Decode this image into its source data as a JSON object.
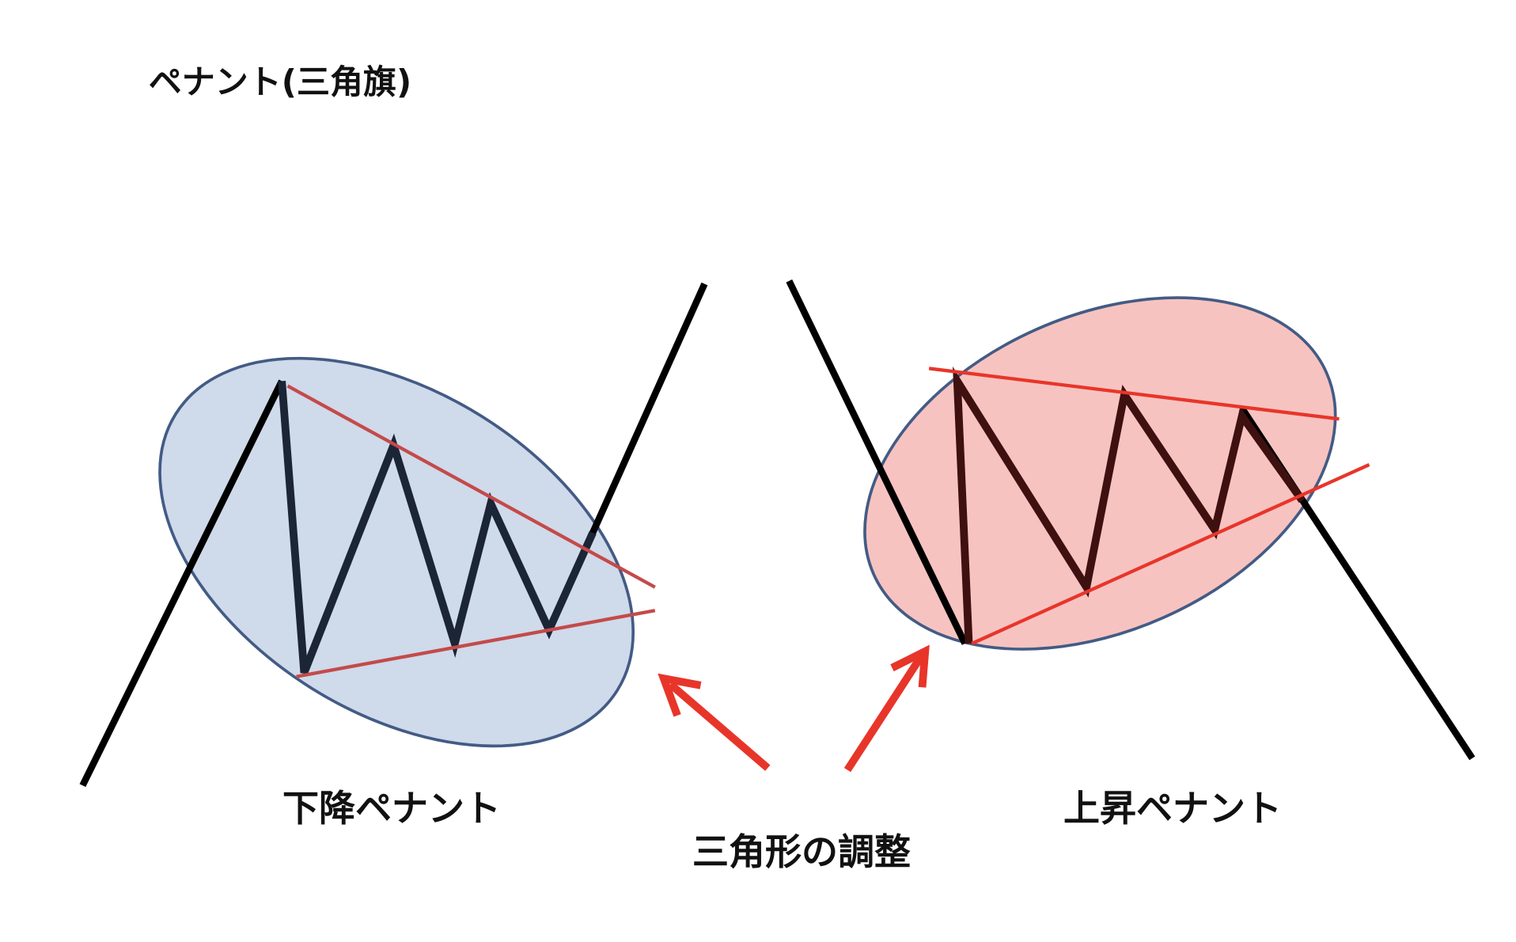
{
  "title": "ペナント(三角旗)",
  "labels": {
    "down_pennant": "下降ペナント",
    "up_pennant": "上昇ペナント",
    "triangle_adjustment": "三角形の調整"
  },
  "colors": {
    "left_ellipse_fill": "#cfdaea",
    "right_ellipse_fill": "#f7c3c0",
    "ellipse_stroke": "#435b85",
    "trendline": "#e8352a",
    "left_trendline": "#c44a4a",
    "price_line": "#000000",
    "left_zigzag": "#1b2536",
    "right_zigzag": "#3f1010",
    "arrow": "#e8352a"
  }
}
